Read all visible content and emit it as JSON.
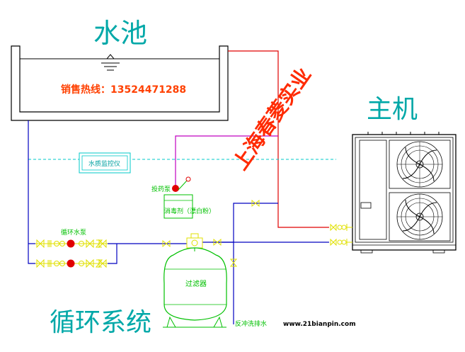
{
  "labels": {
    "pool": "水池",
    "hotline": "销售热线：13524471288",
    "host": "主机",
    "company": "上海春菱实业",
    "water_quality_meter": "水质监控仪",
    "dosing_pump": "投药泵",
    "disinfectant": "消毒剂（漂白粉）",
    "circulation_pump": "循环水泵",
    "filter": "过滤器",
    "backwash_drain": "反冲洗排水",
    "system": "循环系统",
    "website": "www.21bianpin.com"
  },
  "colors": {
    "pool_text": "#00a8a8",
    "hotline_text": "#ff4000",
    "company_text": "#ff2a00",
    "component_green": "#00c000",
    "component_yellow": "#e0e000",
    "component_cyan": "#00c8c8",
    "pipe_blue": "#0000c0",
    "pipe_red": "#e00000",
    "pipe_magenta": "#c000c0",
    "pump_red": "#e00000",
    "outline": "#000000"
  }
}
